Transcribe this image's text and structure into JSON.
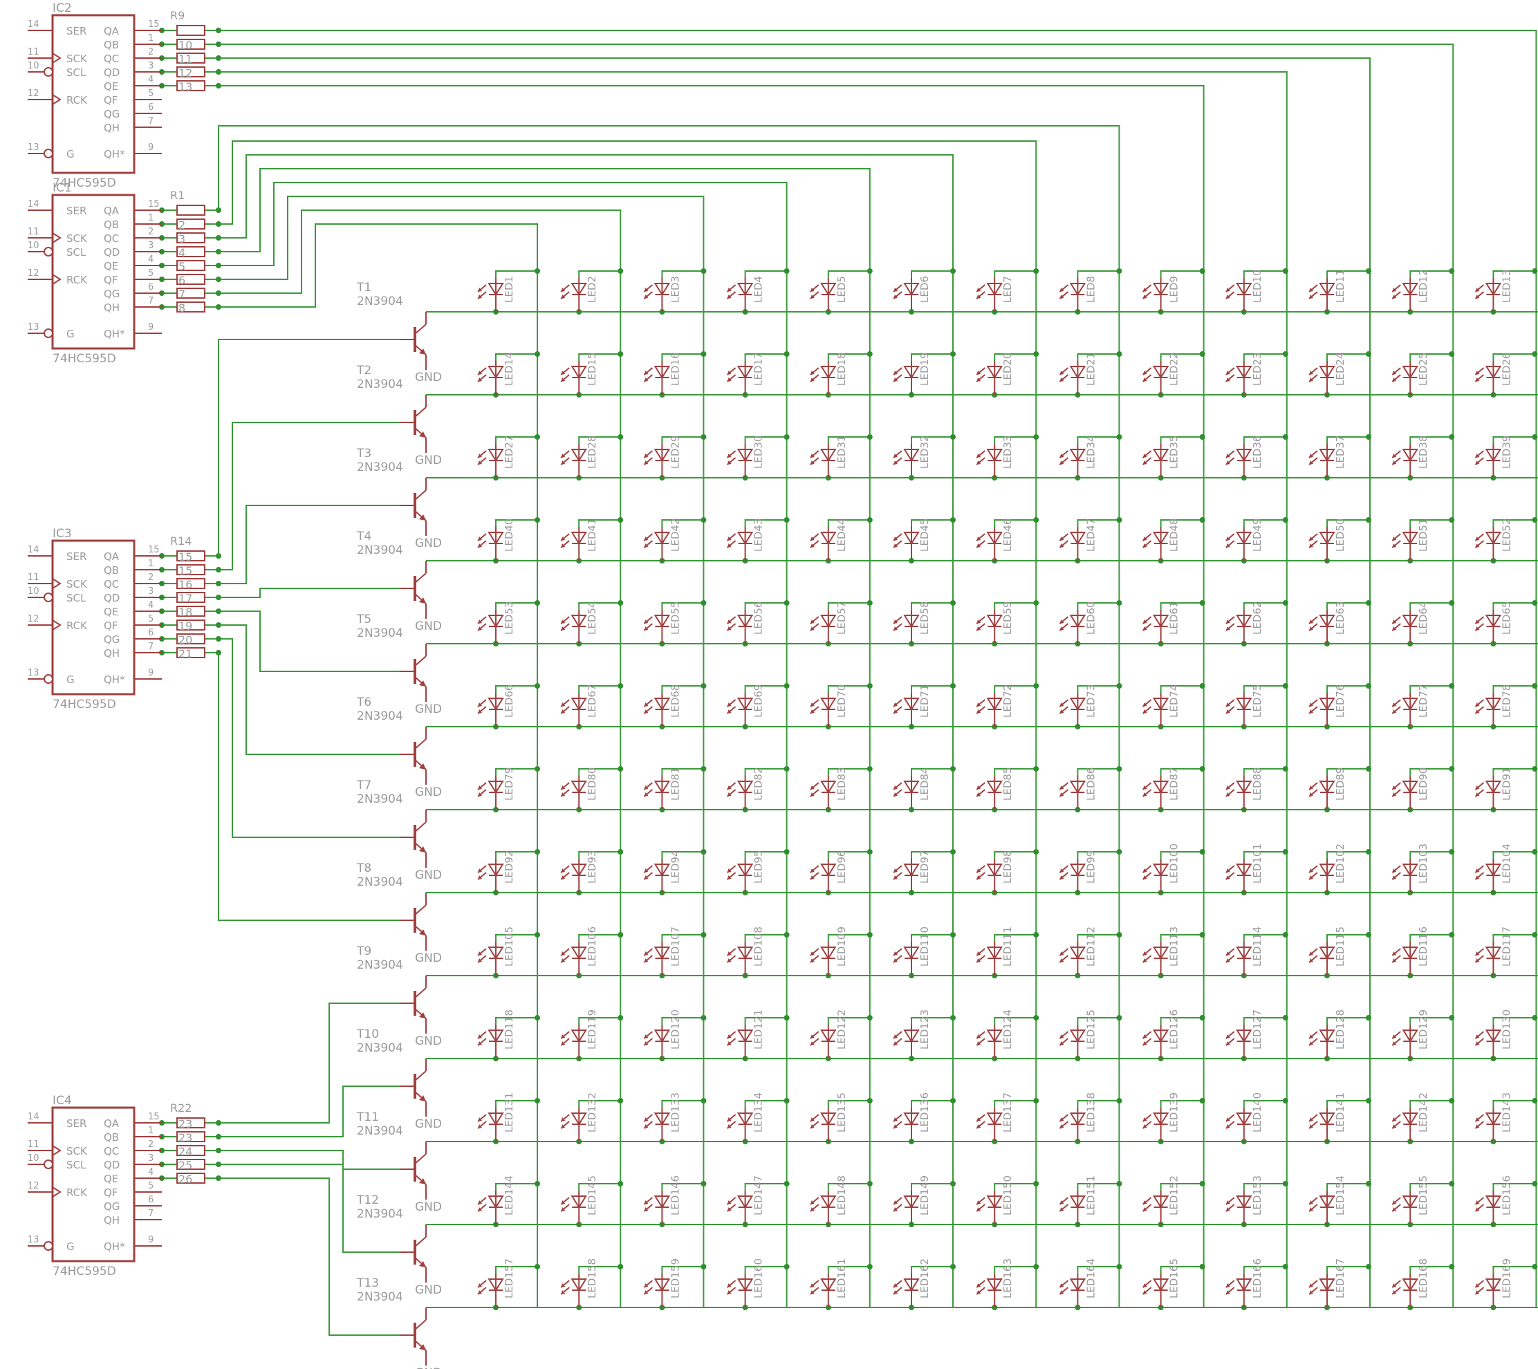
{
  "colors": {
    "wire": "#3a9a3a",
    "part": "#a0403f",
    "text": "#9a9a9a",
    "dot": "#2f8f2f"
  },
  "ics": [
    {
      "name": "IC2",
      "value": "74HC595D",
      "rstart": 9,
      "rlabel": "R9",
      "rcount": 5
    },
    {
      "name": "IC1",
      "value": "74HC595D",
      "rstart": 1,
      "rlabel": "R1",
      "rcount": 8
    },
    {
      "name": "IC3",
      "value": "74HC595D",
      "rstart": 14,
      "rlabel": "R14",
      "rcount": 8
    },
    {
      "name": "IC4",
      "value": "74HC595D",
      "rstart": 22,
      "rlabel": "R22",
      "rcount": 5
    }
  ],
  "ic_pins_left": [
    {
      "num": "14",
      "name": "SER"
    },
    {
      "num": "11",
      "name": "SCK"
    },
    {
      "num": "10",
      "name": "SCL"
    },
    {
      "num": "12",
      "name": "RCK"
    },
    {
      "num": "13",
      "name": "G"
    }
  ],
  "ic_pins_right": [
    {
      "num": "15",
      "name": "QA"
    },
    {
      "num": "1",
      "name": "QB"
    },
    {
      "num": "2",
      "name": "QC"
    },
    {
      "num": "3",
      "name": "QD"
    },
    {
      "num": "4",
      "name": "QE"
    },
    {
      "num": "5",
      "name": "QF"
    },
    {
      "num": "6",
      "name": "QG"
    },
    {
      "num": "7",
      "name": "QH"
    },
    {
      "num": "9",
      "name": "QH*"
    }
  ],
  "transistor_value": "2N3904",
  "ground_label": "GND",
  "transistor_prefix": "T",
  "led_prefix": "LED",
  "led_rows": 13,
  "led_cols": 13
}
